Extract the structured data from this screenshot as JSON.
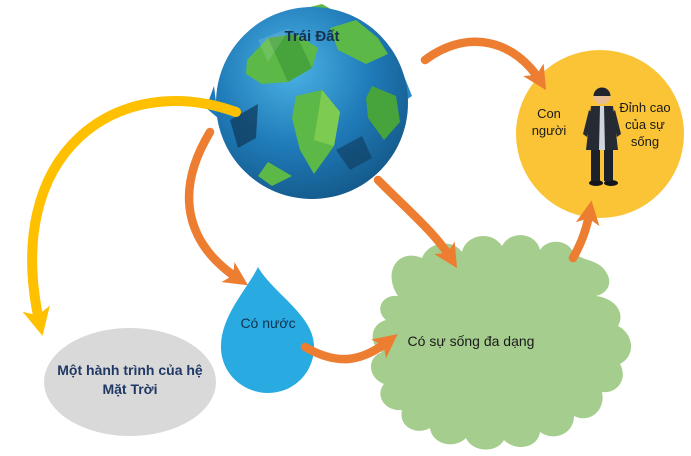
{
  "diagram": {
    "earth": {
      "label": "Trái Đất"
    },
    "solar": {
      "label": "Một hành trình của hệ Mặt Trời"
    },
    "water": {
      "label": "Có nước"
    },
    "life": {
      "label": "Có sự sống đa dạng"
    },
    "human": {
      "label": "Con người",
      "peak_label": "Đỉnh cao của sự sống"
    },
    "edges": [
      {
        "from": "earth",
        "to": "solar",
        "color": "yellow"
      },
      {
        "from": "earth",
        "to": "water",
        "color": "orange"
      },
      {
        "from": "earth",
        "to": "life",
        "color": "orange"
      },
      {
        "from": "earth",
        "to": "human",
        "color": "orange"
      },
      {
        "from": "water",
        "to": "life",
        "color": "orange"
      },
      {
        "from": "life",
        "to": "human",
        "color": "orange"
      }
    ],
    "icons": {
      "earth": "earth-globe-icon",
      "human": "person-icon"
    },
    "colors": {
      "arrow_orange": "#ED7D31",
      "arrow_yellow": "#FFC000",
      "drop_blue": "#29ABE2",
      "blob_green": "#A5CD8D",
      "circle_yellow": "#FBC437",
      "ellipse_gray": "#D9D9D9",
      "ocean_blue": "#1F7AB8",
      "continent_green": "#5CB947",
      "solar_text": "#1F3864",
      "earth_text": "#16324F",
      "label_text": "#1A1A1A",
      "background": "#FFFFFF"
    }
  }
}
